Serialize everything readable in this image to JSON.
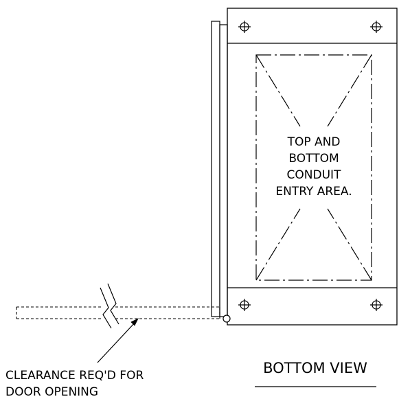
{
  "conduit_label": {
    "lines": [
      "TOP AND",
      "BOTTOM",
      "CONDUIT",
      "ENTRY AREA."
    ]
  },
  "clearance_label": {
    "lines": [
      "CLEARANCE REQ'D FOR",
      "DOOR OPENING"
    ]
  },
  "view_title": "BOTTOM VIEW",
  "colors": {
    "line": "#000000",
    "background": "#ffffff"
  },
  "icons": {
    "mounting_hole": "crosshair-circle-icon",
    "hinge": "hinge-circle-icon",
    "break_symbol": "zigzag-break-icon"
  }
}
